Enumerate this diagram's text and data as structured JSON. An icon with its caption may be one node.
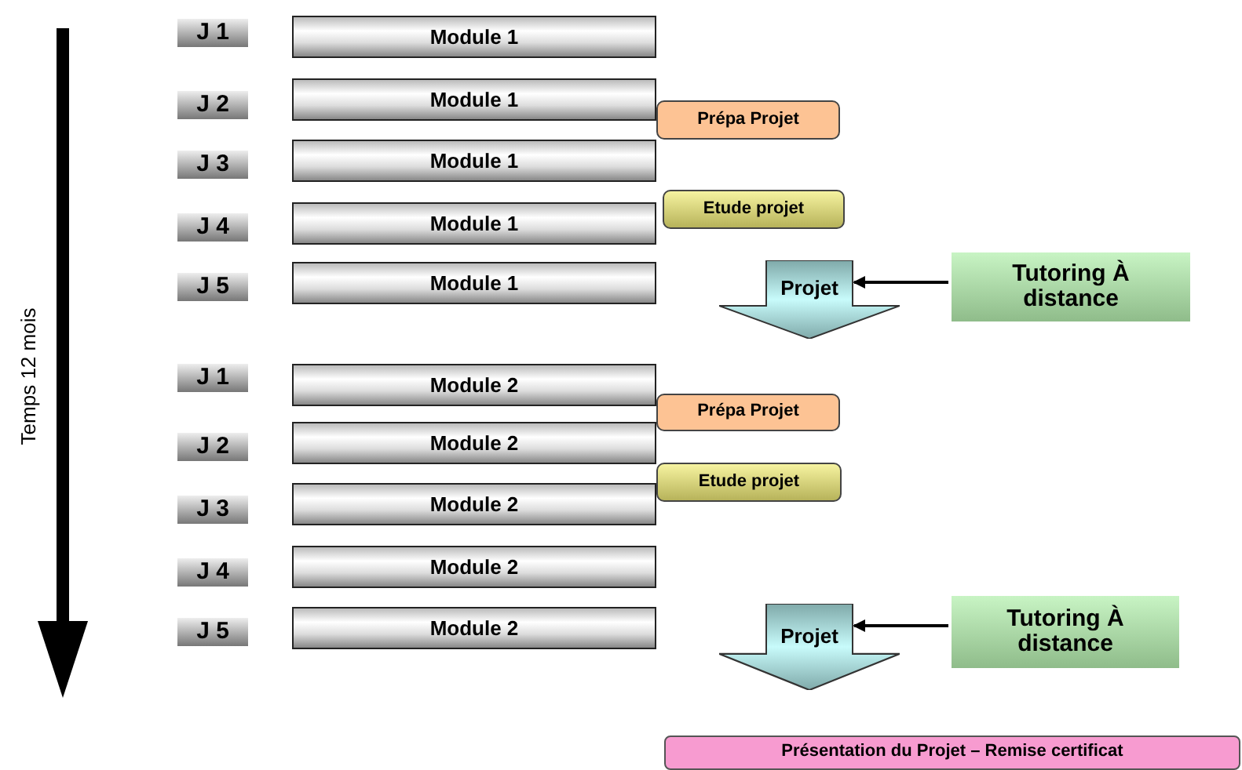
{
  "diagram": {
    "nodes": [
      {
        "text": [
          "J 1"
        ]
      },
      {
        "text": [
          "Module 1"
        ]
      },
      {
        "text": [
          "J 2"
        ]
      },
      {
        "text": [
          "Module 1"
        ]
      },
      {
        "text": [
          "Prépa Projet"
        ]
      },
      {
        "text": [
          "J 3"
        ]
      },
      {
        "text": [
          "Module 1"
        ]
      },
      {
        "text": [
          "Etude projet"
        ]
      },
      {
        "text": [
          "J 4"
        ]
      },
      {
        "text": [
          "Module 1"
        ]
      },
      {
        "text": [
          "J 5"
        ]
      },
      {
        "text": [
          "Module 1"
        ]
      },
      {
        "text": [
          "Projet"
        ]
      },
      {
        "text": [
          "Tutoring À distance"
        ]
      },
      {
        "text": [
          "J 1"
        ]
      },
      {
        "text": [
          "Module 2"
        ]
      },
      {
        "text": [
          "Prépa Projet"
        ]
      },
      {
        "text": [
          "J 2"
        ]
      },
      {
        "text": [
          "Module 2"
        ]
      },
      {
        "text": [
          "Etude projet"
        ]
      },
      {
        "text": [
          "J 3"
        ]
      },
      {
        "text": [
          "Module 2"
        ]
      },
      {
        "text": [
          "J 4"
        ]
      },
      {
        "text": [
          "Module 2"
        ]
      },
      {
        "text": [
          "J 5"
        ]
      },
      {
        "text": [
          "Module 2"
        ]
      },
      {
        "text": [
          "Projet"
        ]
      },
      {
        "text": [
          "Tutoring À distance"
        ]
      },
      {
        "text": [
          "Présentation du  Projet – Remise certificat"
        ]
      }
    ],
    "edges": [
      {
        "from": 13,
        "to": 12,
        "arrow": "to"
      },
      {
        "from": 27,
        "to": 26,
        "arrow": "to"
      }
    ],
    "labels": [
      "Temps 12 mois"
    ]
  }
}
